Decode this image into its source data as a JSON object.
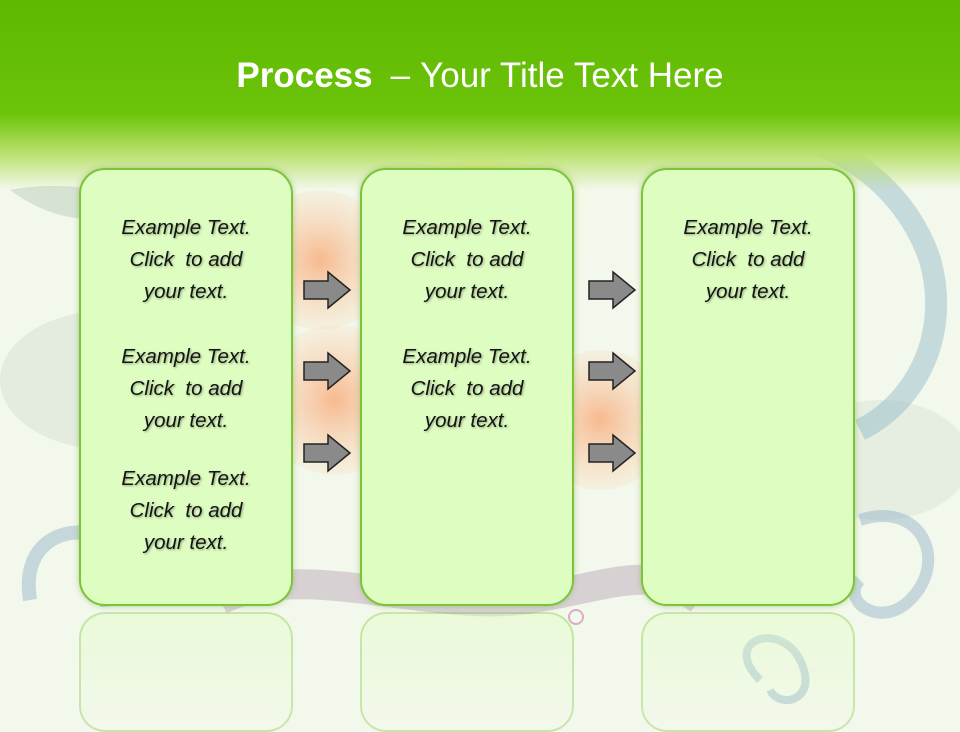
{
  "title": {
    "bold": "Process",
    "separator": "–",
    "rest": "Your Title Text Here"
  },
  "colors": {
    "header": "#5db800",
    "box_fill": "#defdc0",
    "box_border": "#7bc43a",
    "arrow": "#888888"
  },
  "columns": [
    {
      "items": [
        {
          "line1": "Example Text.",
          "line2": "Click  to add",
          "line3": "your text."
        },
        {
          "line1": "Example Text.",
          "line2": "Click  to add",
          "line3": "your text."
        },
        {
          "line1": "Example Text.",
          "line2": "Click  to add",
          "line3": "your text."
        }
      ]
    },
    {
      "items": [
        {
          "line1": "Example Text.",
          "line2": "Click  to add",
          "line3": "your text."
        },
        {
          "line1": "Example Text.",
          "line2": "Click  to add",
          "line3": "your text."
        }
      ]
    },
    {
      "items": [
        {
          "line1": "Example Text.",
          "line2": "Click  to add",
          "line3": "your text."
        }
      ]
    }
  ],
  "arrow_icon": "right-arrow-icon"
}
